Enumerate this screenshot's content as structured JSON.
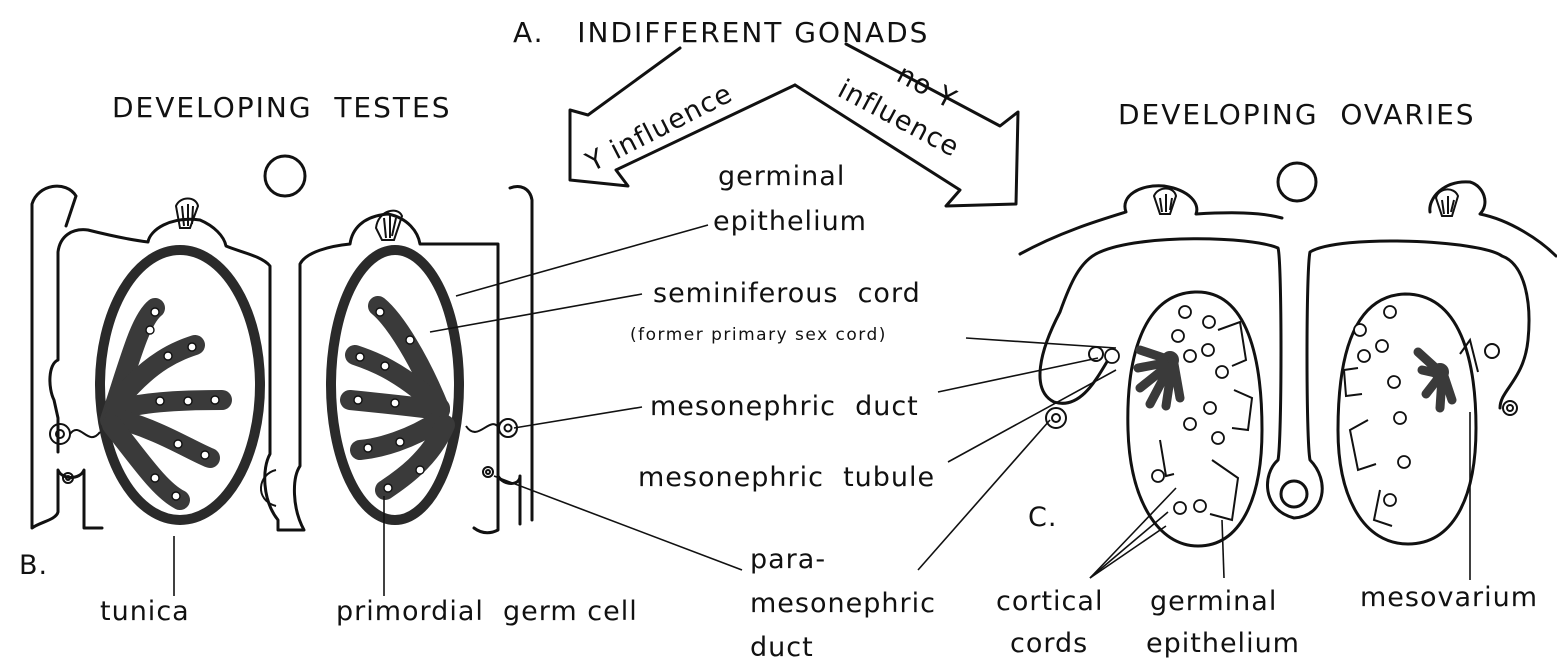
{
  "title": "A.   INDIFFERENT GONADS",
  "arrows": {
    "left": "Y influence",
    "right_line1": "no Y",
    "right_line2": "influence"
  },
  "sections": {
    "testes": "DEVELOPING  TESTES",
    "ovaries": "DEVELOPING  OVARIES"
  },
  "panel_letters": {
    "b": "B.",
    "c": "C."
  },
  "labels": {
    "germinal_epithelium_1": "germinal",
    "germinal_epithelium_2": "epithelium",
    "seminiferous_cord": "seminiferous  cord",
    "former_primary_sex_cord": "(former primary sex cord)",
    "mesonephric_duct": "mesonephric  duct",
    "mesonephric_tubule": "mesonephric  tubule",
    "paramesonephric_1": "para-",
    "paramesonephric_2": "mesonephric",
    "paramesonephric_3": "duct",
    "tunica": "tunica",
    "primordial_germ_cell": "primordial  germ cell",
    "cortical_cords_1": "cortical",
    "cortical_cords_2": "cords",
    "germinal_epithelium_c1": "germinal",
    "germinal_epithelium_c2": "epithelium",
    "mesovarium": "mesovarium"
  }
}
